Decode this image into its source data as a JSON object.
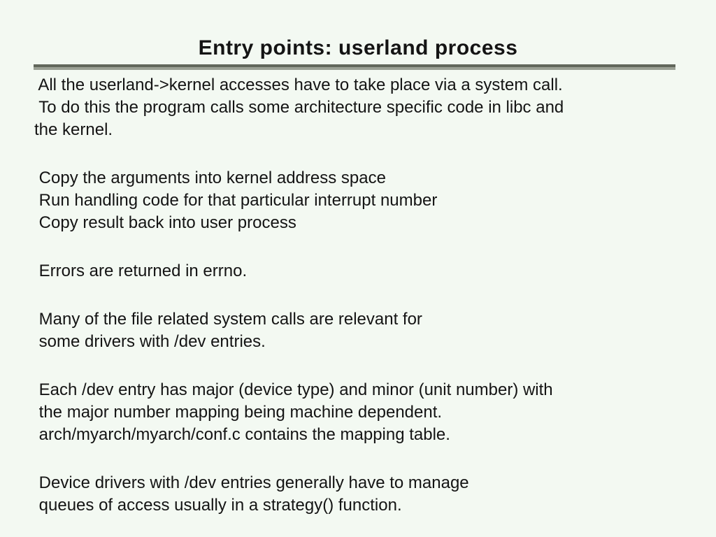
{
  "slide": {
    "title": "Entry points: userland process",
    "colors": {
      "background": "#f3f9f2",
      "text": "#141414",
      "rule_top": "#61675b",
      "rule_bottom": "#9aa094"
    },
    "paragraphs": [
      {
        "lines": [
          " All the userland->kernel accesses have to take place via a system call.",
          " To do this the program calls some architecture specific code in libc and",
          "the kernel."
        ]
      },
      {
        "lines": [
          " Copy the arguments into kernel address space",
          " Run handling code for that particular interrupt number",
          " Copy result back into user process"
        ]
      },
      {
        "lines": [
          " Errors are returned in errno."
        ]
      },
      {
        "lines": [
          " Many of the file related system calls are relevant for",
          " some drivers with /dev entries."
        ]
      },
      {
        "lines": [
          " Each /dev entry has major (device type) and minor (unit number) with",
          " the major number mapping being machine dependent.",
          " arch/myarch/myarch/conf.c contains the mapping table."
        ]
      },
      {
        "lines": [
          " Device drivers with /dev entries generally have to manage",
          " queues of access usually in a strategy() function."
        ]
      }
    ]
  }
}
